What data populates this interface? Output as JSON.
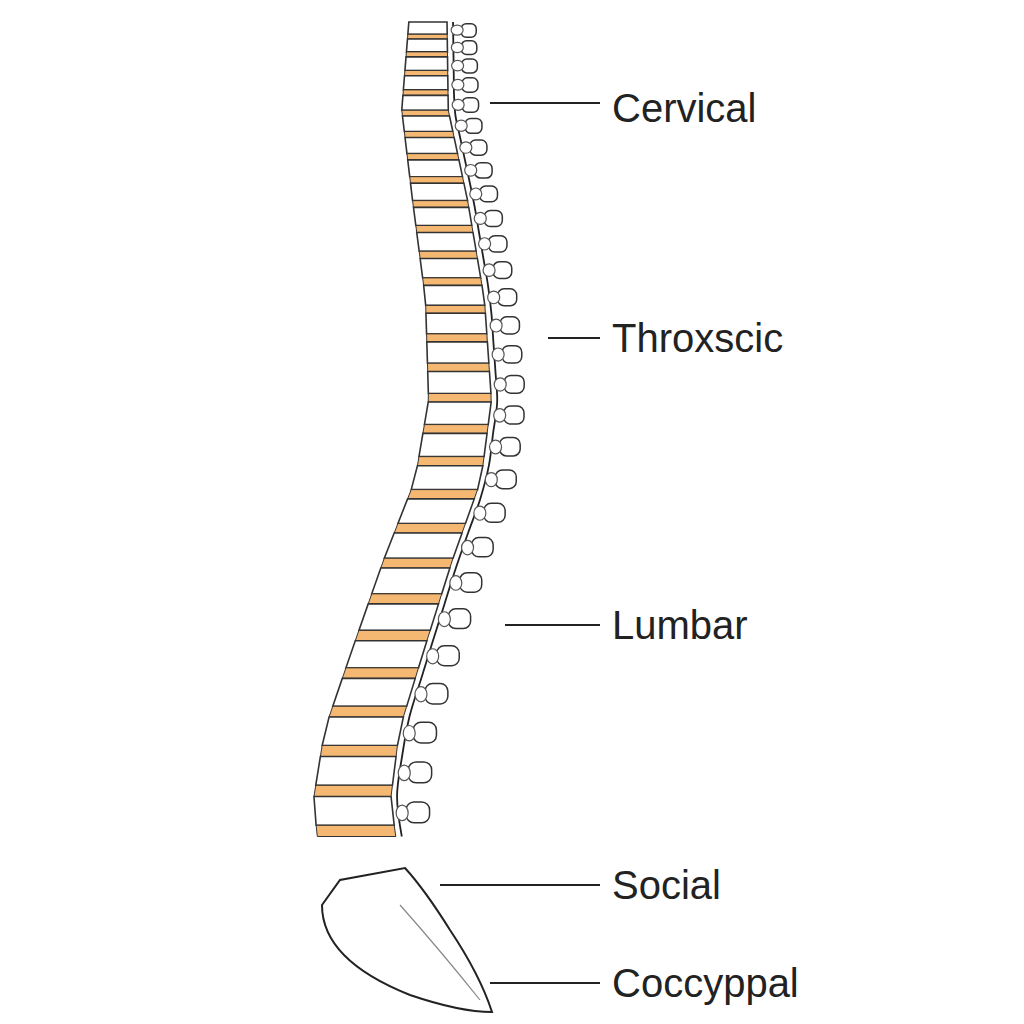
{
  "diagram": {
    "labels": [
      "Cervical",
      "Throxscic",
      "Lumbar",
      "Social",
      "Coccyppal"
    ]
  }
}
